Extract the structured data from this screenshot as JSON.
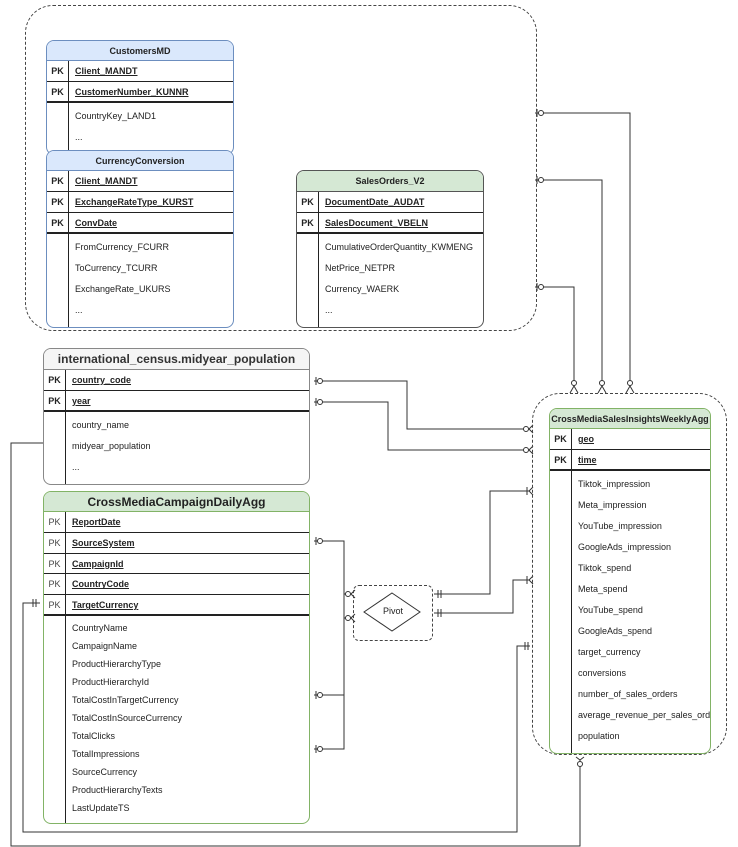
{
  "tables": {
    "customers_md": {
      "title": "CustomersMD",
      "pk": [
        {
          "key": "PK",
          "name": "Client_MANDT"
        },
        {
          "key": "PK",
          "name": "CustomerNumber_KUNNR"
        }
      ],
      "fields": [
        "CountryKey_LAND1",
        "..."
      ]
    },
    "currency_conversion": {
      "title": "CurrencyConversion",
      "pk": [
        {
          "key": "PK",
          "name": "Client_MANDT"
        },
        {
          "key": "PK",
          "name": "ExchangeRateType_KURST"
        },
        {
          "key": "PK",
          "name": "ConvDate"
        }
      ],
      "fields": [
        "FromCurrency_FCURR",
        "ToCurrency_TCURR",
        "ExchangeRate_UKURS",
        "..."
      ]
    },
    "sales_orders": {
      "title": "SalesOrders_V2",
      "pk": [
        {
          "key": "PK",
          "name": "DocumentDate_AUDAT"
        },
        {
          "key": "PK",
          "name": "SalesDocument_VBELN"
        }
      ],
      "fields": [
        "CumulativeOrderQuantity_KWMENG",
        "NetPrice_NETPR",
        "Currency_WAERK",
        "..."
      ]
    },
    "midyear_population": {
      "title": "international_census.midyear_population",
      "pk": [
        {
          "key": "PK",
          "name": "country_code"
        },
        {
          "key": "PK",
          "name": "year"
        }
      ],
      "fields": [
        "country_name",
        "midyear_population",
        "..."
      ]
    },
    "campaign_daily": {
      "title": "CrossMediaCampaignDailyAgg",
      "pk": [
        {
          "key": "PK",
          "name": "ReportDate"
        },
        {
          "key": "PK",
          "name": "SourceSystem"
        },
        {
          "key": "PK",
          "name": "CampaignId"
        },
        {
          "key": "PK",
          "name": "CountryCode"
        },
        {
          "key": "PK",
          "name": "TargetCurrency"
        }
      ],
      "fields": [
        "CountryName",
        "CampaignName",
        "ProductHierarchyType",
        "ProductHierarchyId",
        "TotalCostInTargetCurrency",
        "TotalCostInSourceCurrency",
        "TotalClicks",
        "TotalImpressions",
        "SourceCurrency",
        "ProductHierarchyTexts",
        "LastUpdateTS"
      ]
    },
    "sales_insights_weekly": {
      "title": "CrossMediaSalesInsightsWeeklyAgg",
      "pk": [
        {
          "key": "PK",
          "name": "geo"
        },
        {
          "key": "PK",
          "name": "time"
        }
      ],
      "fields": [
        "Tiktok_impression",
        "Meta_impression",
        "YouTube_impression",
        "GoogleAds_impression",
        "Tiktok_spend",
        "Meta_spend",
        "YouTube_spend",
        "GoogleAds_spend",
        "target_currency",
        "conversions",
        "number_of_sales_orders",
        "average_revenue_per_sales_order",
        "population"
      ]
    }
  },
  "pivot": {
    "label": "Pivot"
  },
  "colors": {
    "blue_header": "#dae8fc",
    "green_header": "#d5e8d4",
    "grey_header": "#f5f5f5",
    "line": "#333333"
  }
}
